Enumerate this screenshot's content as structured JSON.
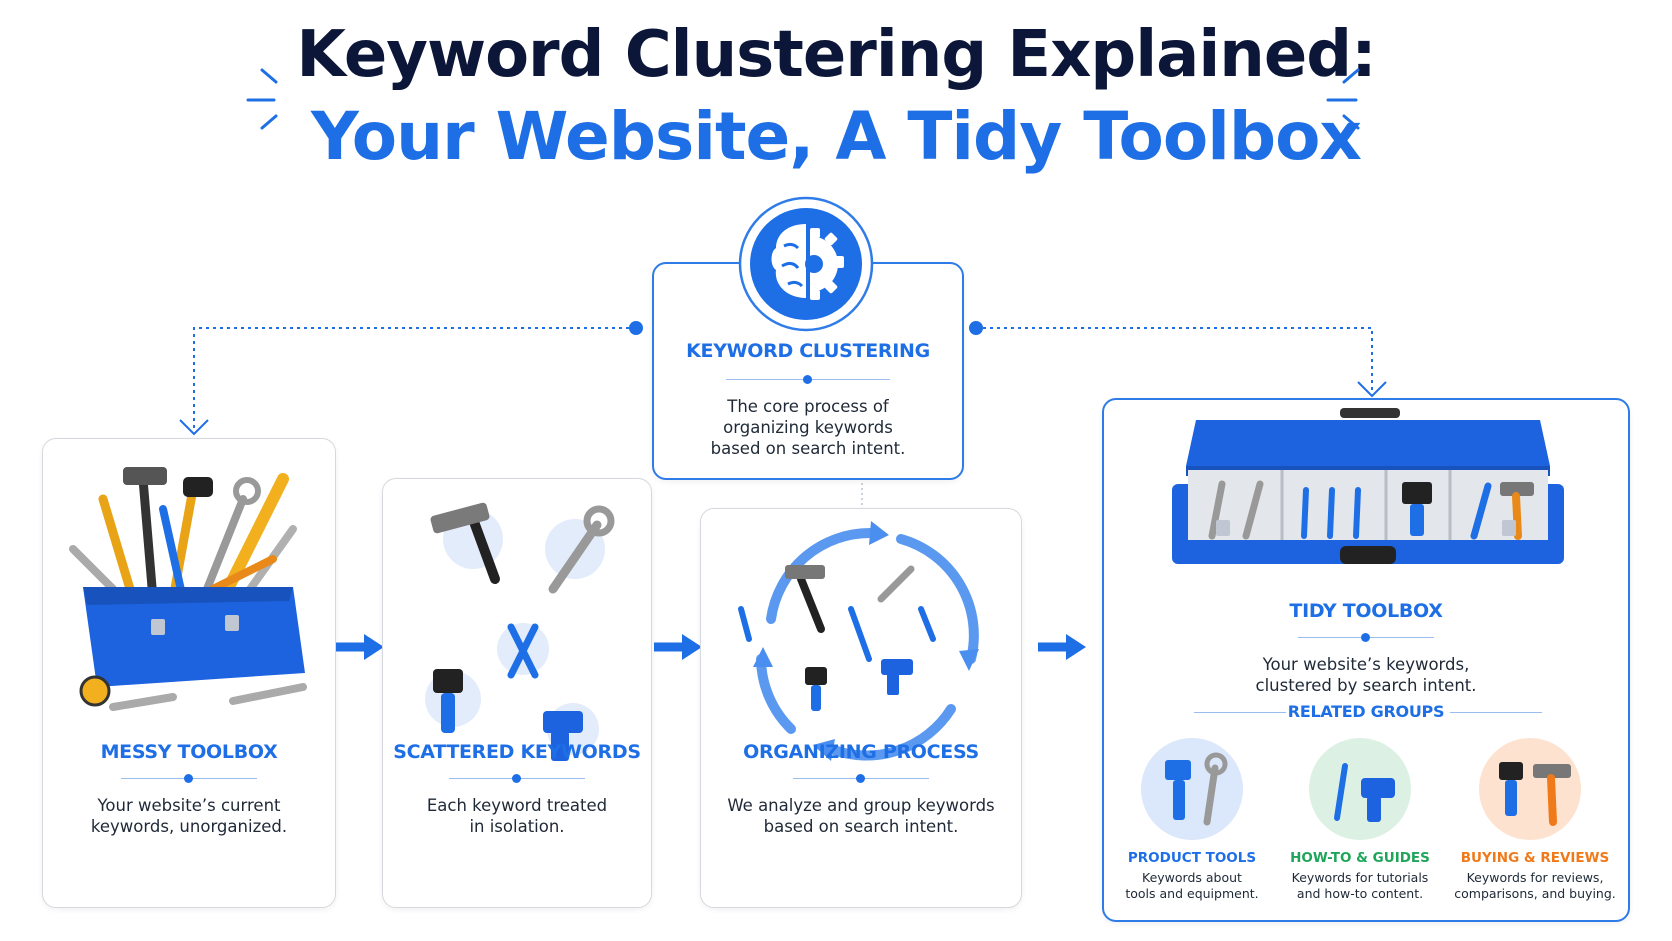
{
  "header": {
    "title_line1": "Keyword Clustering Explained:",
    "title_line2": "Your Website, A Tidy Toolbox"
  },
  "center_card": {
    "icon": "brain-gear-icon",
    "title": "KEYWORD CLUSTERING",
    "desc_line1": "The core process of",
    "desc_line2": "organizing keywords",
    "desc_line3": "based on search intent."
  },
  "steps": [
    {
      "title": "MESSY TOOLBOX",
      "desc_line1": "Your website’s current",
      "desc_line2": "keywords, unorganized.",
      "image": "messy-toolbox-illustration"
    },
    {
      "title": "SCATTERED KEYWORDS",
      "desc_line1": "Each keyword treated",
      "desc_line2": "in isolation.",
      "image": "scattered-tools-illustration"
    },
    {
      "title": "ORGANIZING PROCESS",
      "desc_line1": "We analyze and group keywords",
      "desc_line2": "based on search intent.",
      "image": "swirling-tools-illustration"
    }
  ],
  "result_card": {
    "title": "TIDY TOOLBOX",
    "desc_line1": "Your website’s keywords,",
    "desc_line2": "clustered by search intent.",
    "related_title": "RELATED GROUPS",
    "groups": [
      {
        "title": "PRODUCT TOOLS",
        "desc_line1": "Keywords about",
        "desc_line2": "tools and equipment.",
        "color": "#1e6fe6",
        "bg": "#dbe7fb"
      },
      {
        "title": "HOW-TO & GUIDES",
        "desc_line1": "Keywords for tutorials",
        "desc_line2": "and how-to content.",
        "color": "#1fa55a",
        "bg": "#dcf1e3"
      },
      {
        "title": "BUYING & REVIEWS",
        "desc_line1": "Keywords for reviews,",
        "desc_line2": "comparisons, and buying.",
        "color": "#f07a1a",
        "bg": "#fde3cf"
      }
    ]
  },
  "colors": {
    "accent": "#1e6fe6",
    "navy": "#0b1638",
    "toolbox_blue": "#1d63e0"
  }
}
